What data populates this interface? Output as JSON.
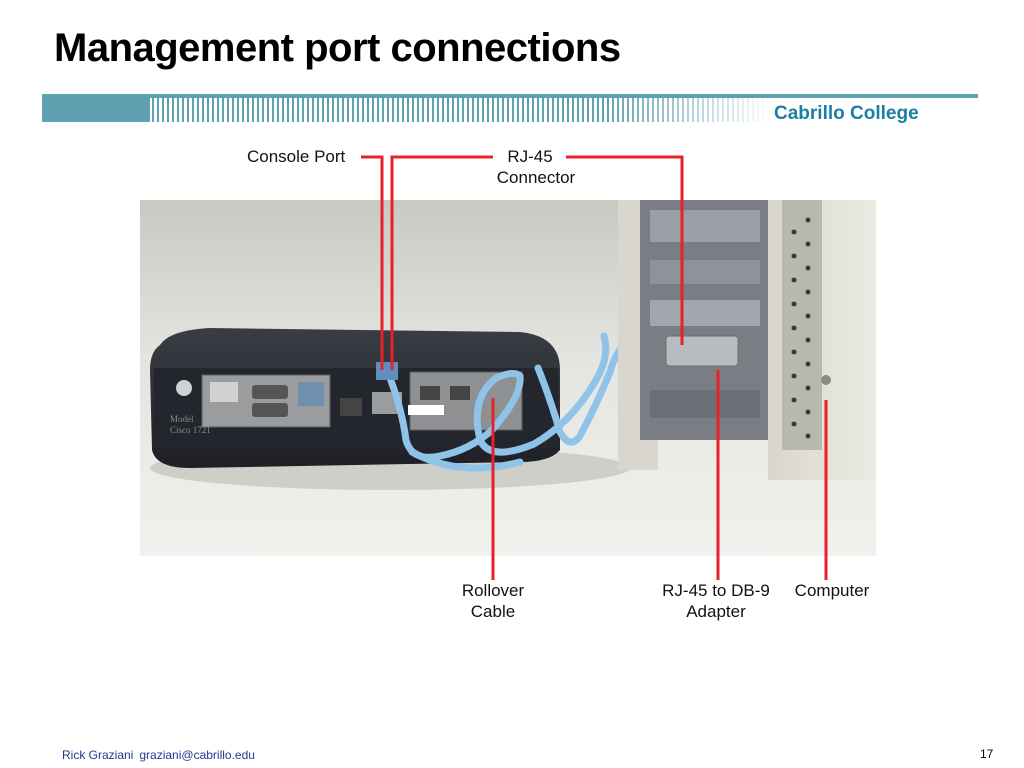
{
  "slide": {
    "title": "Management port connections",
    "brand": "Cabrillo College"
  },
  "figure": {
    "callouts": {
      "console_port": "Console Port",
      "rj45_line1": "RJ-45",
      "rj45_line2": "Connector",
      "rollover_line1": "Rollover",
      "rollover_line2": "Cable",
      "adapter_line1": "RJ-45 to DB-9",
      "adapter_line2": "Adapter",
      "computer": "Computer"
    },
    "device": {
      "model_line1": "Model",
      "model_line2": "Cisco 1721"
    },
    "colors": {
      "callout_line": "#e8202a",
      "cable": "#8fc3e8",
      "router_body": "#2a2d33"
    }
  },
  "footer": {
    "author": "Rick Graziani",
    "email": "graziani@cabrillo.edu",
    "page": "17"
  },
  "theme": {
    "title_color": "#000000",
    "brand_color": "#1a7fa3",
    "bar_color": "#5fa0b0",
    "footer_color": "#1f3b8f"
  }
}
